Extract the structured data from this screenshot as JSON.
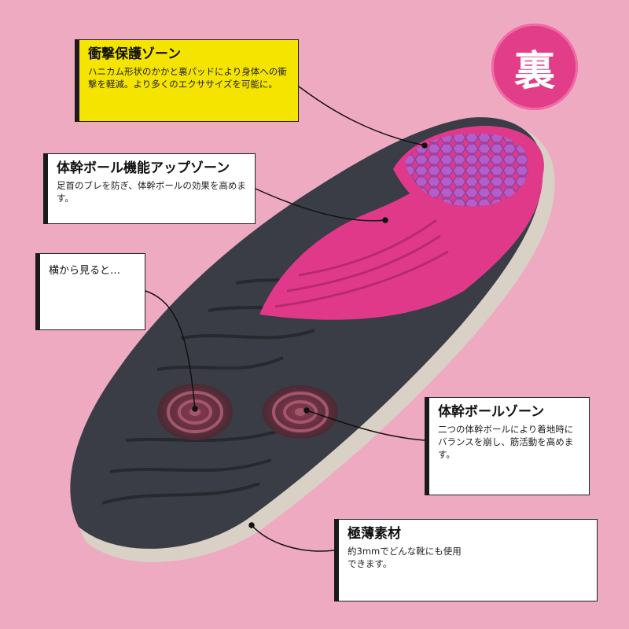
{
  "badge": {
    "label": "裏"
  },
  "callouts": {
    "impact": {
      "title": "衝撃保護ゾーン",
      "body": "ハニカム形状のかかと裏パッドにより身体への衝撃を軽減。より多くのエクササイズを可能に。"
    },
    "core_function": {
      "title": "体幹ボール機能アップゾーン",
      "body": "足首のブレを防ぎ、体幹ボールの効果を高めます。"
    },
    "side_view": {
      "title": "横から見ると…"
    },
    "core_ball": {
      "title": "体幹ボールゾーン",
      "body": "二つの体幹ボールにより着地時にバランスを崩し、筋活動を高めます。"
    },
    "thin": {
      "title": "極薄素材",
      "body": "約3mmでどんな靴にも使用できます。"
    }
  },
  "colors": {
    "background": "#eeaac0",
    "accent_pink": "#e23d88",
    "highlight_yellow": "#f5e400",
    "insole_gray": "#3a3d45",
    "heel_purple": "#9b4fb0"
  }
}
